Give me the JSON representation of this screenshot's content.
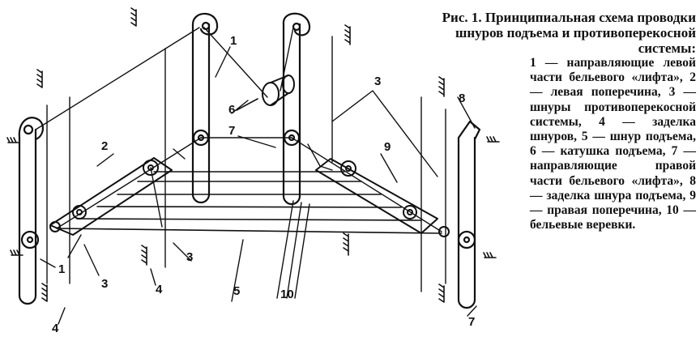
{
  "figure": {
    "title": "Рис. 1. Принципиальная схема проводки шнуров подъема и противоперекосной системы:",
    "legend_text": "1 — направляющие левой части бельевого «лифта», 2 — левая поперечина, 3 — шнуры противоперекосной системы, 4 — заделка шнуров, 5 — шнур подъема, 6 — катушка подъема, 7 — направляющие правой части бельевого «лифта», 8 — заделка шнура подъема, 9 — правая поперечина, 10 — бельевые веревки.",
    "callouts": [
      "1",
      "1",
      "2",
      "3",
      "3",
      "3",
      "4",
      "4",
      "5",
      "6",
      "7",
      "7",
      "8",
      "9",
      "10"
    ]
  }
}
